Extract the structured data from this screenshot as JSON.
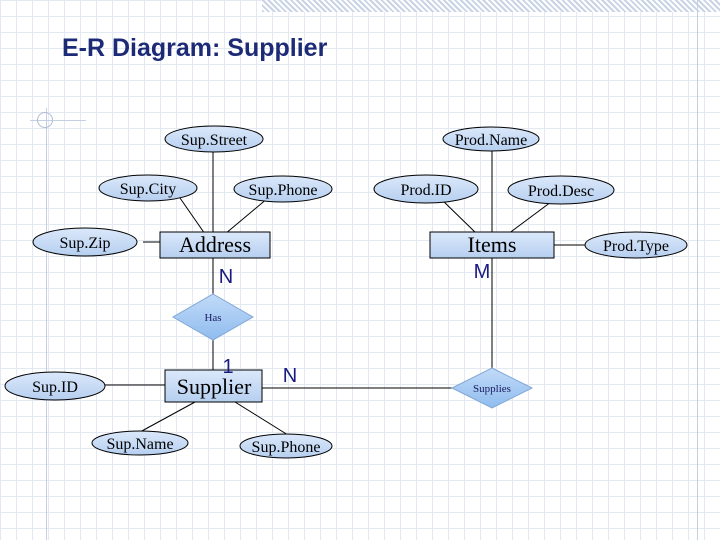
{
  "title": "E-R Diagram: Supplier",
  "entities": {
    "address": "Address",
    "items": "Items",
    "supplier": "Supplier"
  },
  "attributes": {
    "sup_street": "Sup.Street",
    "sup_city": "Sup.City",
    "sup_phone_address": "Sup.Phone",
    "sup_zip": "Sup.Zip",
    "prod_name": "Prod.Name",
    "prod_id": "Prod.ID",
    "prod_desc": "Prod.Desc",
    "prod_type": "Prod.Type",
    "sup_id": "Sup.ID",
    "sup_name": "Sup.Name",
    "sup_phone_supplier": "Sup.Phone"
  },
  "relationships": {
    "has": "Has",
    "supplies": "Supplies"
  },
  "cardinalities": {
    "address_has": "N",
    "has_supplier": "1",
    "supplier_supplies": "N",
    "items_supplies": "M"
  },
  "colors": {
    "title": "#1d2b77",
    "shape_fill": "#c7dbf6",
    "relationship_fill": "#a9ccf2",
    "outline": "#000000",
    "cardinality": "#1a1a80"
  }
}
